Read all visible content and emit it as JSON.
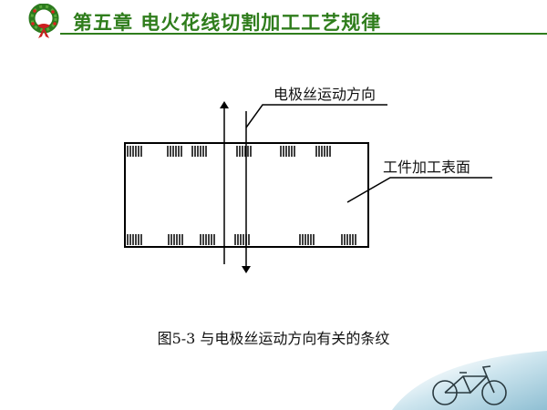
{
  "header": {
    "title": "第五章  电火花线切割加工工艺规律",
    "title_color": "#2f7d1c"
  },
  "diagram": {
    "label_wire_direction": "电极丝运动方向",
    "label_work_surface": "工件加工表面"
  },
  "caption": "图5-3  与电极丝运动方向有关的条纹"
}
